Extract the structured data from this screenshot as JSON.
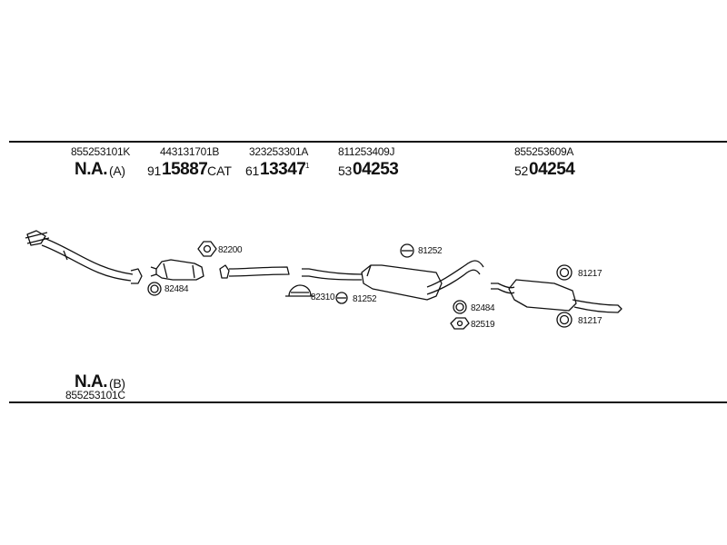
{
  "header_group": {
    "oem_1": "855253101K",
    "na_a_main": "N.A.",
    "na_a_suffix": "(A)",
    "oem_2": "443131701B",
    "part_2_prefix": "91",
    "part_2_main": "15887",
    "part_2_suffix": "CAT",
    "oem_3": "323253301A",
    "part_3_prefix": "61",
    "part_3_main": "13347",
    "part_3_sup": "1",
    "oem_4": "811253409J",
    "part_4_prefix": "53",
    "part_4_main": "04253",
    "oem_5": "855253609A",
    "part_5_prefix": "52",
    "part_5_main": "04254"
  },
  "component_labels": {
    "gasket_82200": "82200",
    "ring_82484_left": "82484",
    "clamp_82310": "82310",
    "ring_81252_top": "81252",
    "ring_81252_bottom": "81252",
    "ring_82484_right": "82484",
    "gasket_82519": "82519",
    "hanger_81217_top": "81217",
    "hanger_81217_bottom": "81217"
  },
  "footer_group": {
    "na_b_main": "N.A.",
    "na_b_suffix": "(B)",
    "oem_b": "855253101C"
  },
  "colors": {
    "ink": "#111111",
    "background": "#ffffff"
  }
}
